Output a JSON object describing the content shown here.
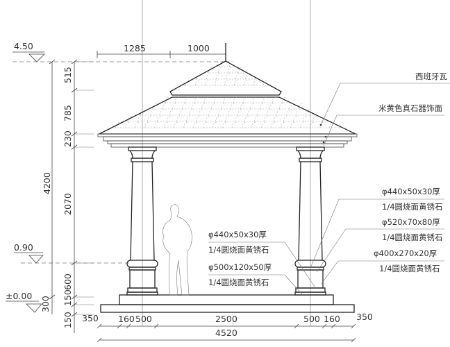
{
  "levels": {
    "top": "4.50",
    "mid": "0.90",
    "ground": "±0.00"
  },
  "vertical_dims": {
    "total": "4200",
    "d515": "515",
    "d785": "785",
    "d230": "230",
    "d2070": "2070",
    "d600": "600",
    "d150a": "150",
    "d150b": "150",
    "d300": "300"
  },
  "top_dims": {
    "d1285": "1285",
    "d1000": "1000"
  },
  "bottom_dims": {
    "left350": "350",
    "left160": "160",
    "left500": "500",
    "mid2500": "2500",
    "right500": "500",
    "right160": "160",
    "right350": "350",
    "total4520": "4520"
  },
  "roof_notes": {
    "tile": "西班牙瓦",
    "finish": "米黄色真石器饰面"
  },
  "right_notes": [
    {
      "spec": "φ440x50x30厚",
      "material": "1/4圆烧面黄锈石"
    },
    {
      "spec": "φ520x70x80厚",
      "material": "1/4圆烧面黄锈石"
    },
    {
      "spec": "φ400x270x20厚",
      "material": "1/4圆烧面黄锈石"
    }
  ],
  "left_notes": [
    {
      "spec": "φ440x50x30厚",
      "material": "1/4圆烧面黄锈石"
    },
    {
      "spec": "φ500x120x50厚",
      "material": "1/4圆烧面黄锈石"
    }
  ]
}
